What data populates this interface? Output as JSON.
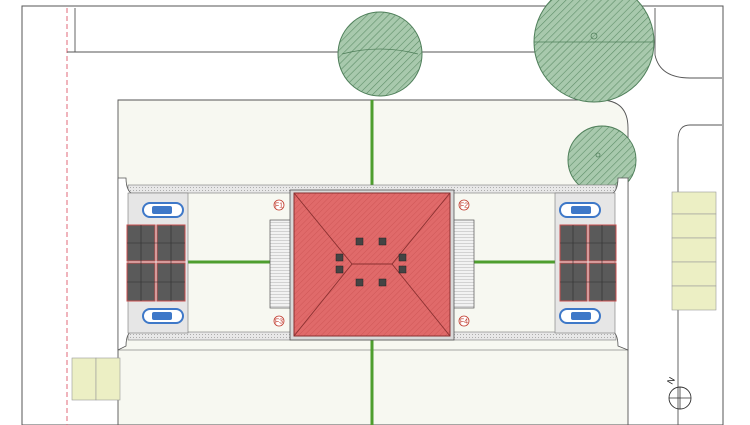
{
  "plan": {
    "entrances": [
      "F1",
      "F2",
      "F3",
      "F4"
    ],
    "north_label": "N"
  },
  "colors": {
    "background": "#ffffff",
    "lawn": "#f7f8f1",
    "paving": "#e6e6e6",
    "roof": "#e06a6a",
    "roof_edge": "#8a3030",
    "tree": "#7fb08a",
    "tree_edge": "#4f7f5a",
    "hedge": "#4e9e2e",
    "solar": "#5a5a5a",
    "car": "#3e78c8",
    "pad": "#ecefc4",
    "boundary": "#e26a7a",
    "label": "#c0392b"
  }
}
